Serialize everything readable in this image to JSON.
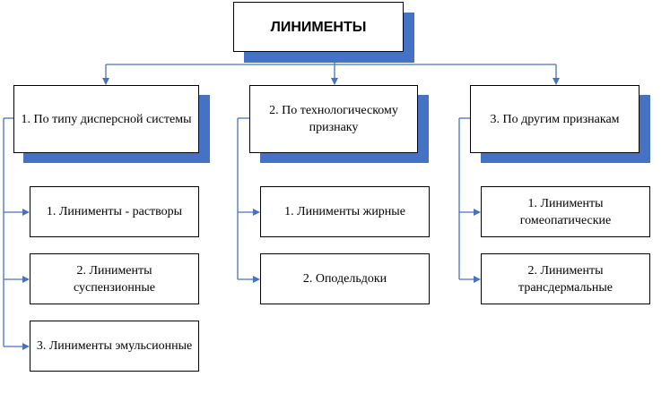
{
  "colors": {
    "shadow": "#4472c4",
    "connector": "#4472c4",
    "border": "#000000"
  },
  "root": {
    "title": "ЛИНИМЕНТЫ"
  },
  "categories": [
    {
      "title": "1. По типу дисперсной системы",
      "items": [
        "1. Линименты - растворы",
        "2. Линименты суспензионные",
        "3. Линименты эмульсионные"
      ]
    },
    {
      "title": "2. По технологическому признаку",
      "items": [
        "1. Линименты жирные",
        "2. Оподельдоки"
      ]
    },
    {
      "title": "3. По другим признакам",
      "items": [
        "1. Линименты гомеопатические",
        "2. Линименты трансдермальные"
      ]
    }
  ]
}
